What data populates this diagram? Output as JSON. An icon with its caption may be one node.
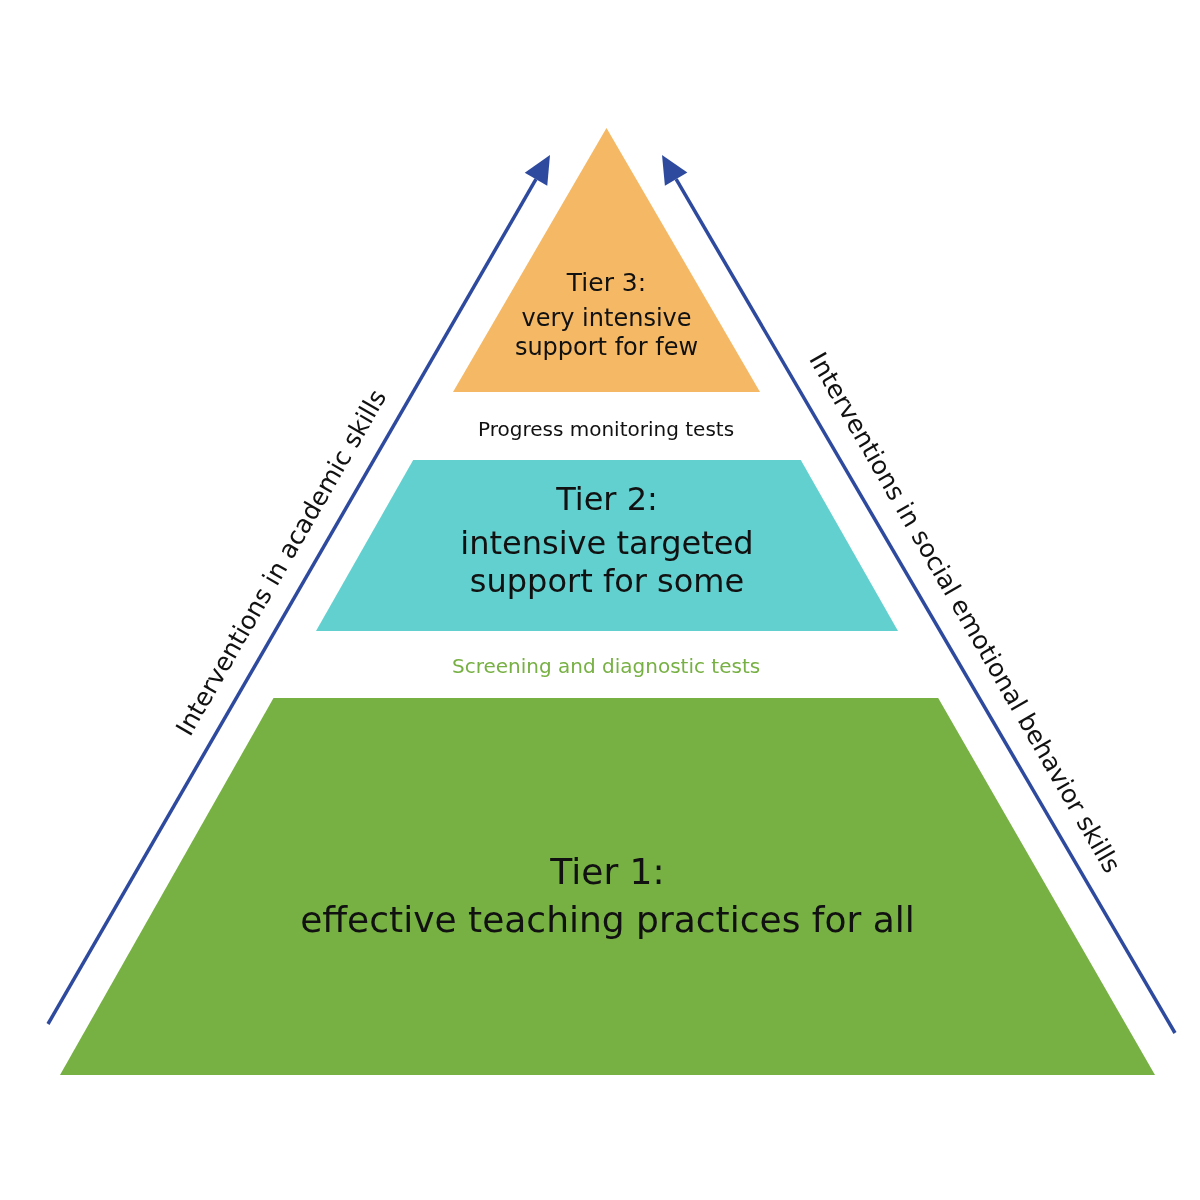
{
  "diagram": {
    "nodes": [
      {
        "text": [
          "Tier 3:",
          "very intensive support for few"
        ]
      },
      {
        "text": [
          "Tier 2:",
          "intensive targeted support for some"
        ]
      },
      {
        "text": [
          "Tier 1:",
          "effective teaching practices for all"
        ]
      }
    ],
    "labels": [
      "Interventions in academic skills",
      "Interventions in social emotional behavior skills",
      "Progress monitoring tests",
      "Screening and diagnostic tests"
    ]
  }
}
